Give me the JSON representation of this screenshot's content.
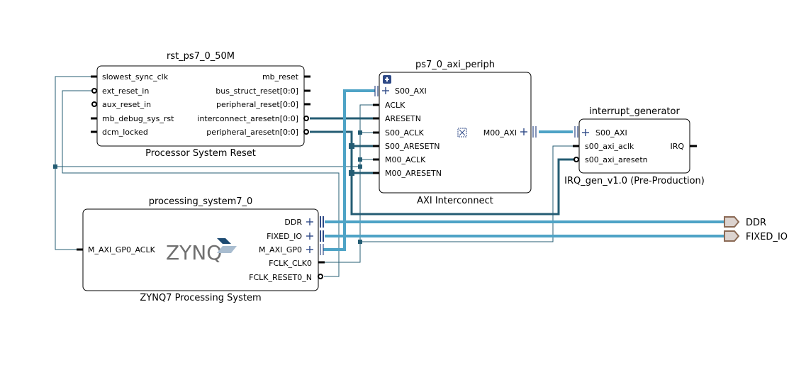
{
  "diagram": {
    "blocks": {
      "rst": {
        "instance": "rst_ps7_0_50M",
        "type": "Processor System Reset",
        "inputs": [
          "slowest_sync_clk",
          "ext_reset_in",
          "aux_reset_in",
          "mb_debug_sys_rst",
          "dcm_locked"
        ],
        "outputs": [
          "mb_reset",
          "bus_struct_reset[0:0]",
          "peripheral_reset[0:0]",
          "interconnect_aresetn[0:0]",
          "peripheral_aresetn[0:0]"
        ]
      },
      "axi": {
        "instance": "ps7_0_axi_periph",
        "type": "AXI Interconnect",
        "inputs": [
          "S00_AXI",
          "ACLK",
          "ARESETN",
          "S00_ACLK",
          "S00_ARESETN",
          "M00_ACLK",
          "M00_ARESETN"
        ],
        "outputs": [
          "M00_AXI"
        ]
      },
      "irq": {
        "instance": "interrupt_generator",
        "type": "IRQ_gen_v1.0 (Pre-Production)",
        "inputs": [
          "S00_AXI",
          "s00_axi_aclk",
          "s00_axi_aresetn"
        ],
        "outputs": [
          "IRQ"
        ]
      },
      "ps7": {
        "instance": "processing_system7_0",
        "type": "ZYNQ7 Processing System",
        "logo": "ZYNQ",
        "inputs": [
          "M_AXI_GP0_ACLK"
        ],
        "outputs": [
          "DDR",
          "FIXED_IO",
          "M_AXI_GP0",
          "FCLK_CLK0",
          "FCLK_RESET0_N"
        ]
      }
    },
    "external_ports": [
      "DDR",
      "FIXED_IO"
    ],
    "icons": {
      "expand": "plus-square-icon",
      "interface_pin": "plus-icon",
      "hierarchy": "hierarchy-icon",
      "port": "external-port-icon"
    },
    "colors": {
      "net": "#245c73",
      "interface": "#4ea3c6",
      "port_fill": "#dcd3cf",
      "port_stroke": "#8b6a55",
      "plus": "#2f4a87"
    }
  }
}
